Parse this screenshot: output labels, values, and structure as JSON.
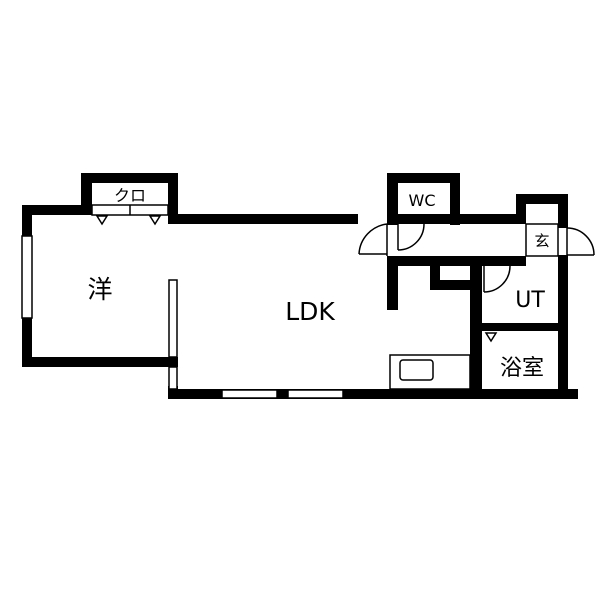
{
  "floor_plan": {
    "rooms": {
      "western_room": "洋",
      "closet": "クロ",
      "ldk": "LDK",
      "toilet": "WC",
      "entrance": "玄",
      "utility": "UT",
      "bathroom": "浴室"
    },
    "colors": {
      "wall": "#000000",
      "background": "#ffffff",
      "fixture": "#000000"
    }
  }
}
